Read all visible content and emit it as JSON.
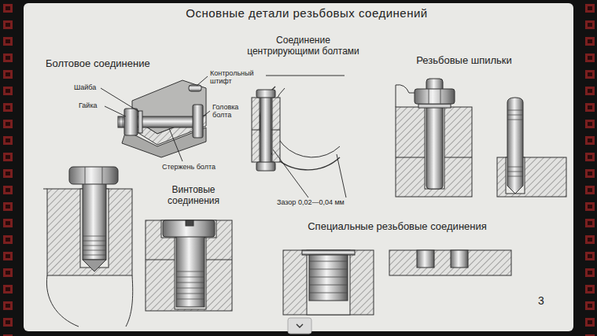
{
  "diagram": {
    "title": "Основные детали резьбовых соединений",
    "labels": [
      "Болтовое соединение",
      "Контрольный штифт",
      "Шайба",
      "Гайка",
      "Головка болта",
      "Стержень болта",
      "Соединение центрирующими болтами",
      "Резьбовые шпильки",
      "Винтовые соединения",
      "Зазор 0,02—0,04 мм",
      "Специальные резьбовые соединения",
      "3"
    ]
  }
}
